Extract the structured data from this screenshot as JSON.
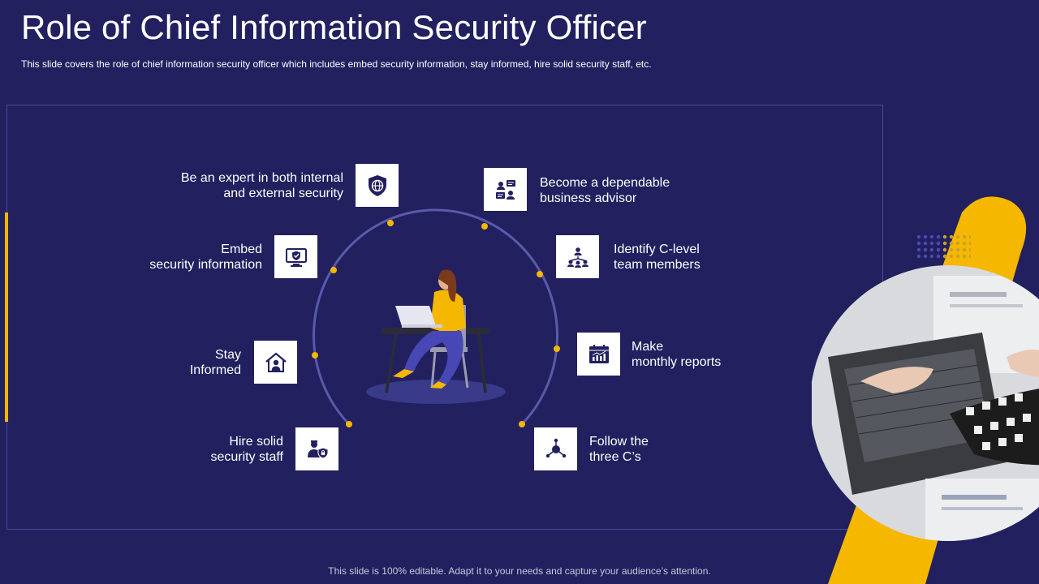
{
  "title": "Role of Chief Information Security Officer",
  "subtitle": "This slide covers the role of chief information security officer which includes embed security information, stay informed, hire solid security staff, etc.",
  "roles_left": [
    {
      "line1": "Be an expert in both internal",
      "line2": "and external security",
      "icon": "shield-globe-icon"
    },
    {
      "line1": "Embed",
      "line2": "security information",
      "icon": "monitor-shield-icon"
    },
    {
      "line1": "Stay",
      "line2": "Informed",
      "icon": "house-person-icon"
    },
    {
      "line1": "Hire solid",
      "line2": "security staff",
      "icon": "staff-lock-icon"
    }
  ],
  "roles_right": [
    {
      "line1": "Become a dependable",
      "line2": "business advisor",
      "icon": "advisor-chat-icon"
    },
    {
      "line1": "Identify C-level",
      "line2": "team members",
      "icon": "team-network-icon"
    },
    {
      "line1": "Make",
      "line2": "monthly reports",
      "icon": "calendar-chart-icon"
    },
    {
      "line1": "Follow the",
      "line2": "three C’s",
      "icon": "hub-nodes-icon"
    }
  ],
  "footer": "This slide is 100% editable. Adapt it to your needs and capture your audience’s attention.",
  "colors": {
    "background": "#22205f",
    "accent": "#f5b700",
    "icon": "#22205f"
  }
}
